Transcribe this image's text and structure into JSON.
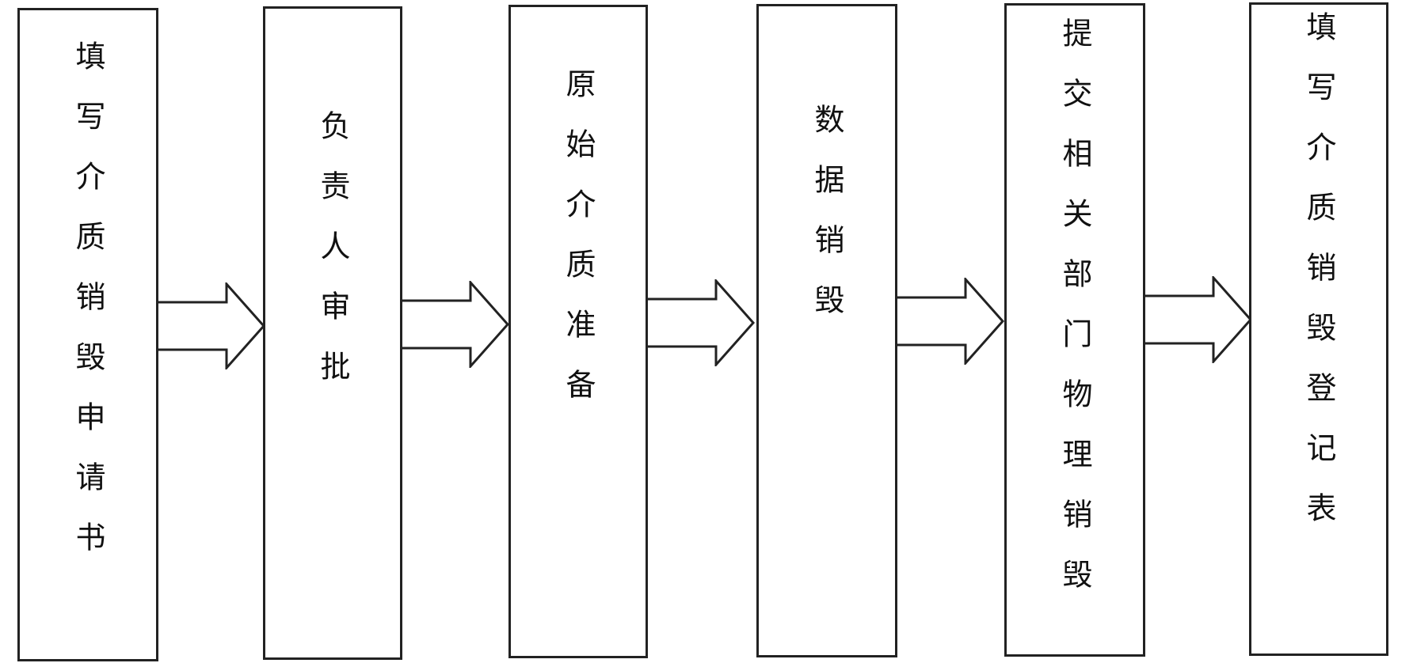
{
  "steps": [
    {
      "label": "填写介质销毁申请书"
    },
    {
      "label": "负责人审批"
    },
    {
      "label": "原始介质准备"
    },
    {
      "label": "数据销毁"
    },
    {
      "label": "提交相关部门物理销毁"
    },
    {
      "label": "填写介质销毁登记表"
    }
  ],
  "connectors": [
    {
      "from": 0,
      "to": 1,
      "icon": "double-line-arrow-right"
    },
    {
      "from": 1,
      "to": 2,
      "icon": "double-line-arrow-right"
    },
    {
      "from": 2,
      "to": 3,
      "icon": "double-line-arrow-right"
    },
    {
      "from": 3,
      "to": 4,
      "icon": "double-line-arrow-right"
    },
    {
      "from": 4,
      "to": 5,
      "icon": "double-line-arrow-right"
    }
  ],
  "colors": {
    "stroke": "#222222",
    "text": "#111111",
    "background": "#ffffff"
  }
}
